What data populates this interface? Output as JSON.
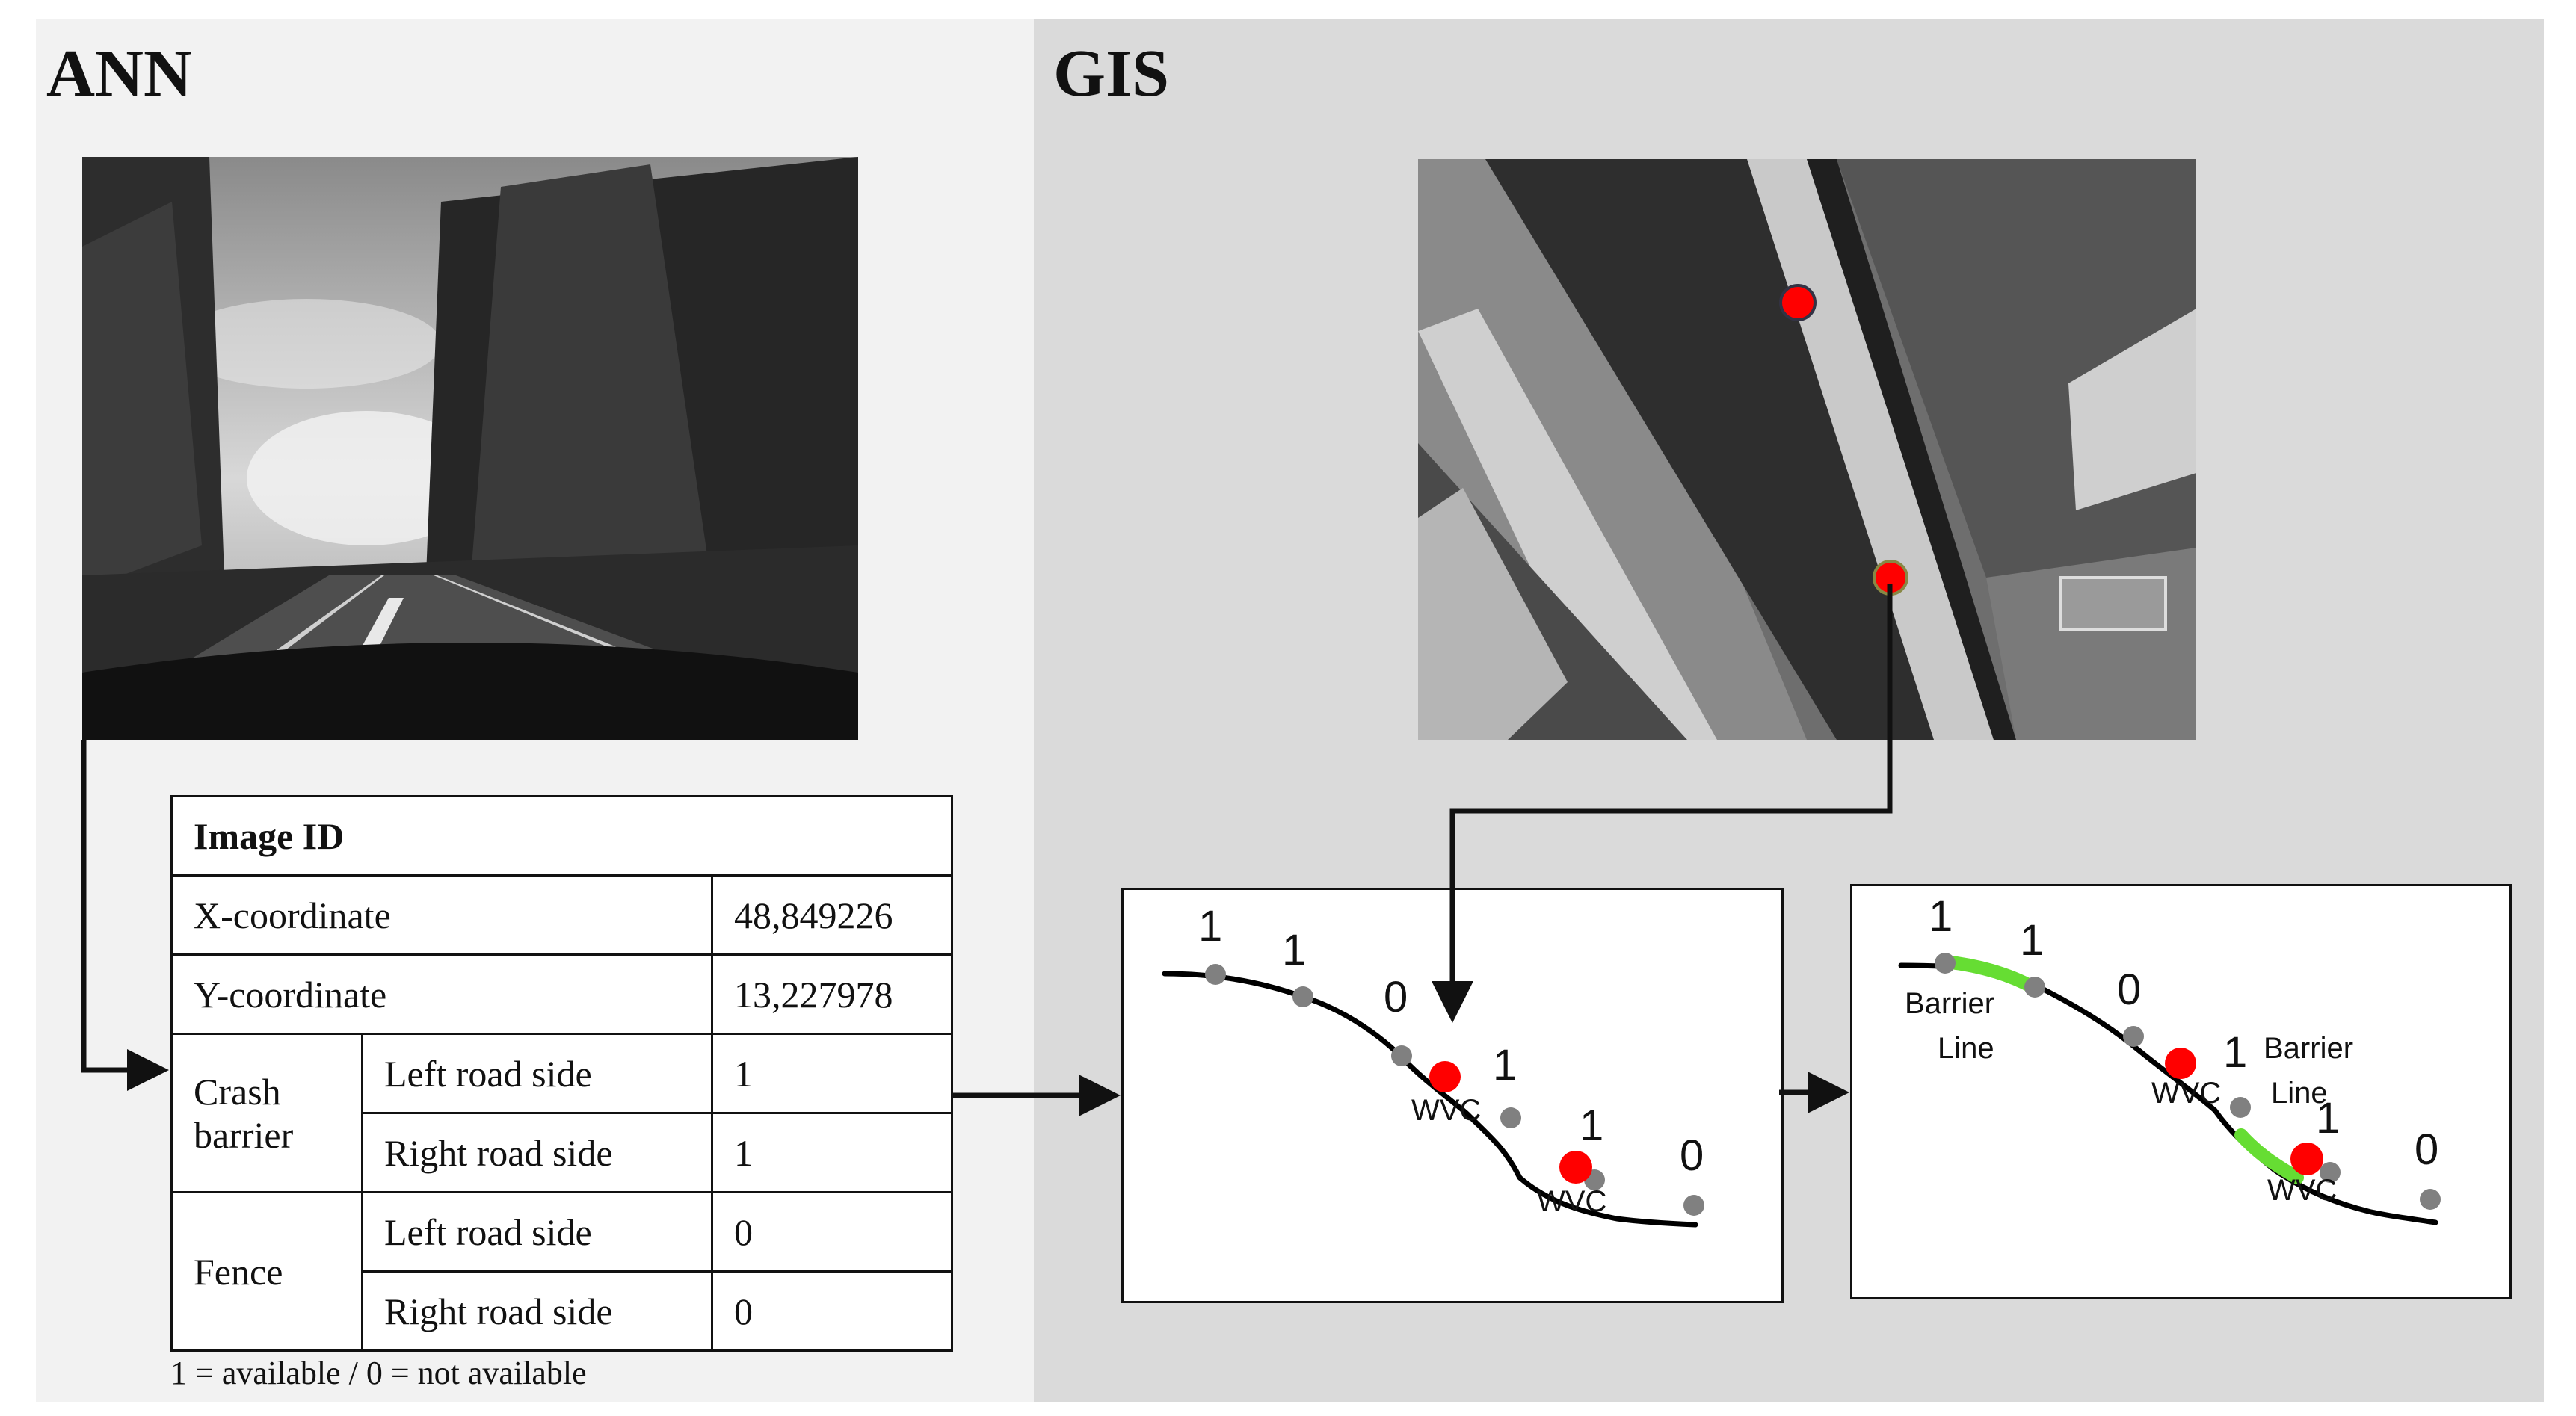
{
  "ann": {
    "title": "ANN"
  },
  "gis": {
    "title": "GIS"
  },
  "table": {
    "header": "Image ID",
    "x_label": "X-coordinate",
    "x_value": "48,849226",
    "y_label": "Y-coordinate",
    "y_value": "13,227978",
    "groups": [
      {
        "name_line1": "Crash",
        "name_line2": "barrier",
        "rows": [
          {
            "side": "Left road side",
            "value": "1"
          },
          {
            "side": "Right road side",
            "value": "1"
          }
        ]
      },
      {
        "name_line1": "Fence",
        "name_line2": "",
        "rows": [
          {
            "side": "Left road side",
            "value": "0"
          },
          {
            "side": "Right road side",
            "value": "0"
          }
        ]
      }
    ],
    "note": "1 = available / 0 = not available"
  },
  "middle_box": {
    "labels": [
      "1",
      "1",
      "0",
      "1",
      "1",
      "0"
    ],
    "wvc": "WVC"
  },
  "right_box": {
    "labels": [
      "1",
      "1",
      "0",
      "1",
      "1",
      "0"
    ],
    "wvc": "WVC",
    "barrier_word1": "Barrier",
    "barrier_word2": "Line"
  },
  "colors": {
    "wvc_point": "#ff0000",
    "segment_point": "#808080",
    "barrier_line": "#66dd33",
    "road_line": "#000000"
  }
}
